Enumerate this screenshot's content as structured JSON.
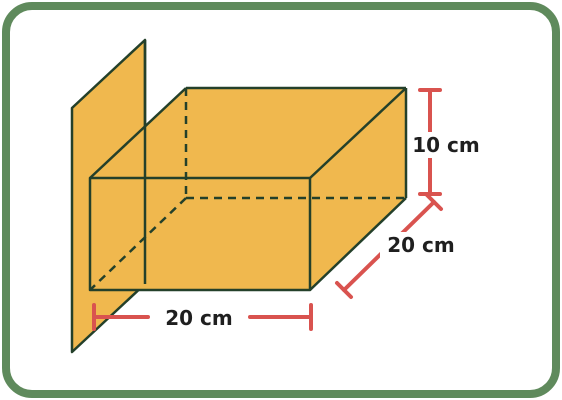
{
  "diagram": {
    "dimensions": {
      "length": "20 cm",
      "depth": "20 cm",
      "height": "10 cm"
    }
  },
  "colors": {
    "frame": "#5f8a5c",
    "fill": "#f0b84e",
    "stroke": "#24402a",
    "measure": "#d9534f",
    "text": "#1f1f1f"
  },
  "icons": {
    "shape": "rectangular-prism-with-cutting-plane"
  }
}
